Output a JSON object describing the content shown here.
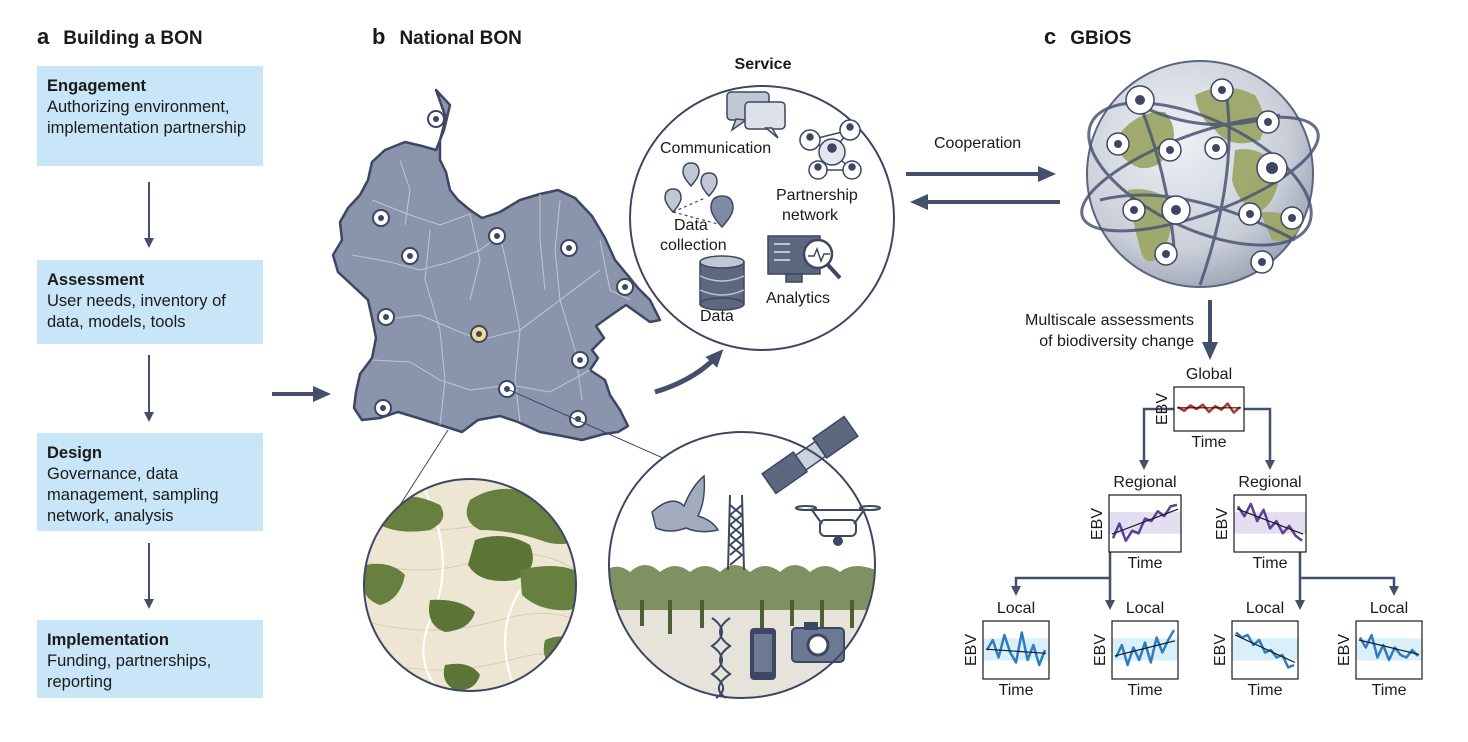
{
  "panels": {
    "a": {
      "letter": "a",
      "title": "Building a BON"
    },
    "b": {
      "letter": "b",
      "title": "National BON"
    },
    "c": {
      "letter": "c",
      "title": "GBiOS"
    }
  },
  "steps": [
    {
      "title": "Engagement",
      "text": "Authorizing environment, implementation partnership"
    },
    {
      "title": "Assessment",
      "text": "User needs, inventory of data, models, tools"
    },
    {
      "title": "Design",
      "text": "Governance, data management, sampling network, analysis"
    },
    {
      "title": "Implementation",
      "text": "Funding, partnerships, reporting"
    }
  ],
  "service": {
    "title": "Service",
    "communication": "Communication",
    "partnership_line1": "Partnership",
    "partnership_line2": "network",
    "data_collection_line1": "Data",
    "data_collection_line2": "collection",
    "data": "Data",
    "analytics": "Analytics"
  },
  "cooperation": "Cooperation",
  "multiscale_line1": "Multiscale assessments",
  "multiscale_line2": "of biodiversity change",
  "axis": {
    "y": "EBV",
    "x": "Time"
  },
  "scales": {
    "global": "Global",
    "regional": "Regional",
    "local": "Local"
  },
  "colors": {
    "box": "#c8e6f7",
    "map": "#8a94aa",
    "arrow": "#44506b",
    "global_series": "#b8322c",
    "regional_series": "#5b3f99",
    "local_series": "#2f7dc0",
    "band_regional": "#e3def0",
    "band_local": "#d9effa"
  }
}
